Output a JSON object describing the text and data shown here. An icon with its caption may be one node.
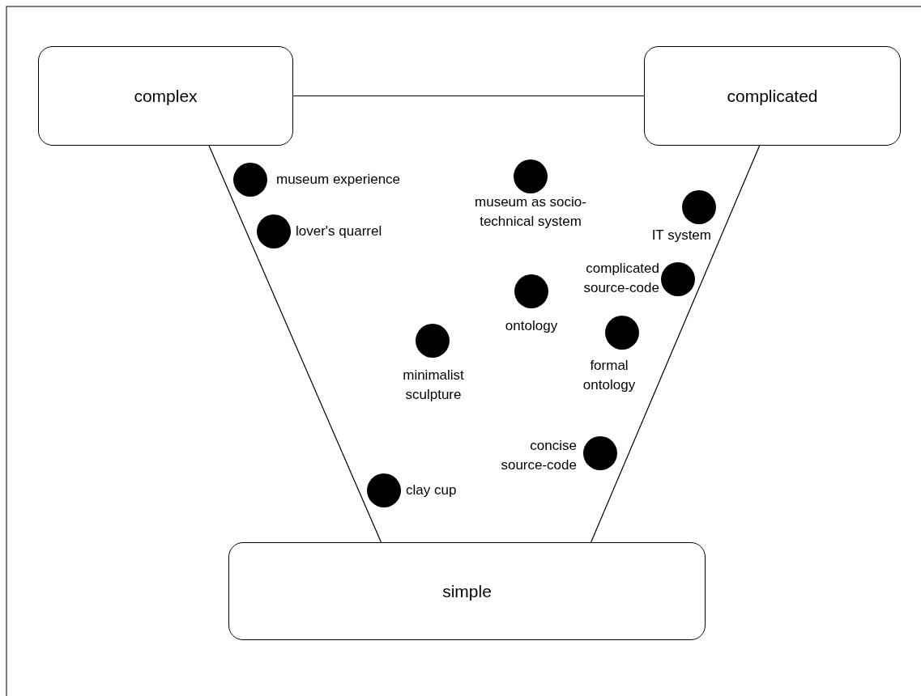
{
  "diagram": {
    "nodes": [
      {
        "text": [
          "complex"
        ]
      },
      {
        "text": [
          "complicated"
        ]
      },
      {
        "text": [
          "simple"
        ]
      },
      {
        "text": [],
        "shape": "circle",
        "beside": [
          "museum experience"
        ]
      },
      {
        "text": [],
        "shape": "circle",
        "beside": [
          "museum as socio-technical system"
        ]
      },
      {
        "text": [],
        "shape": "circle",
        "beside": [
          "IT system"
        ]
      },
      {
        "text": [],
        "shape": "circle",
        "beside": [
          "lover's quarrel"
        ]
      },
      {
        "text": [],
        "shape": "circle",
        "beside": [
          "complicated source-code"
        ]
      },
      {
        "text": [],
        "shape": "circle",
        "beside": [
          "ontology"
        ]
      },
      {
        "text": [],
        "shape": "circle",
        "beside": [
          "formal ontology"
        ]
      },
      {
        "text": [],
        "shape": "circle",
        "beside": [
          "minimalist sculpture"
        ]
      },
      {
        "text": [],
        "shape": "circle",
        "beside": [
          "concise source-code"
        ]
      },
      {
        "text": [],
        "shape": "circle",
        "beside": [
          "clay cup"
        ]
      }
    ],
    "edges": [
      {
        "from": 0,
        "to": 1,
        "arrow": "none"
      },
      {
        "from": 0,
        "to": 2,
        "arrow": "none"
      },
      {
        "from": 1,
        "to": 2,
        "arrow": "none"
      }
    ]
  }
}
